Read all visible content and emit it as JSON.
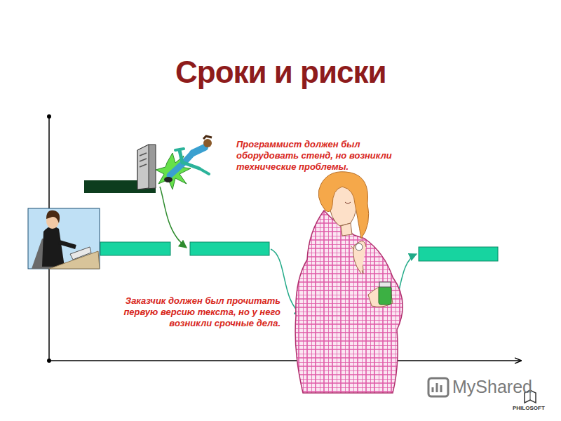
{
  "diagram": {
    "title": "Сроки и риски",
    "labels": [
      "Программист должен был оборудовать стенд, но возникли технические проблемы.",
      "Заказчик должен был прочитать первую версию текста, но у него возникли срочные дела.",
      "MyShared",
      "PHILOSOFT"
    ]
  }
}
